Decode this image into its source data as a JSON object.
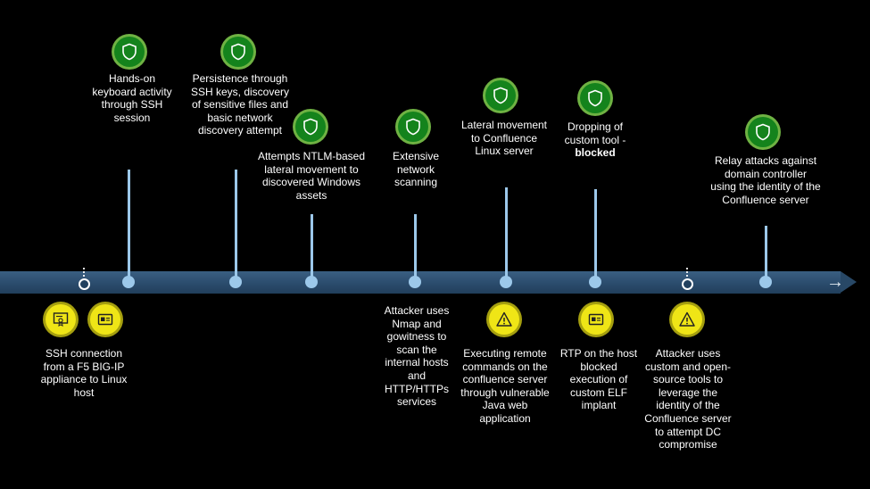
{
  "top_events": [
    {
      "text": "Hands-on keyboard activity through SSH session",
      "icon": "shield-icon"
    },
    {
      "text": "Persistence through SSH keys, discovery of sensitive files and basic network discovery attempt",
      "icon": "shield-icon"
    },
    {
      "text": "Attempts NTLM-based lateral movement to discovered Windows assets",
      "icon": "shield-icon"
    },
    {
      "text": "Extensive network scanning",
      "icon": "shield-icon"
    },
    {
      "text": "Lateral movement to Confluence Linux server",
      "icon": "shield-icon"
    },
    {
      "text_prefix": "Dropping of custom tool -",
      "text_bold": "blocked",
      "icon": "shield-icon"
    },
    {
      "text": "Relay attacks against domain controller using the identity of the Confluence server",
      "icon": "shield-icon"
    }
  ],
  "bottom_events": [
    {
      "text": "SSH connection from a F5 BIG-IP appliance to Linux host",
      "icons": [
        "certificate-icon",
        "id-card-icon"
      ]
    },
    {
      "text": "Attacker uses Nmap and gowitness to scan the internal hosts and HTTP/HTTPs services"
    },
    {
      "text": "Executing remote commands on the confluence server through vulnerable Java web application",
      "icons": [
        "warning-icon"
      ]
    },
    {
      "text": "RTP on the host blocked execution of custom ELF implant",
      "icons": [
        "id-card-icon"
      ]
    },
    {
      "text": "Attacker uses custom and open-source tools to leverage the identity of the Confluence server to attempt DC compromise",
      "icons": [
        "warning-icon"
      ]
    }
  ],
  "colors": {
    "shield_fill": "#14831c",
    "shield_ring": "#6fb243",
    "warning_fill": "#efe516",
    "timeline": "#2b4c6d",
    "node": "#9cc8ea"
  }
}
